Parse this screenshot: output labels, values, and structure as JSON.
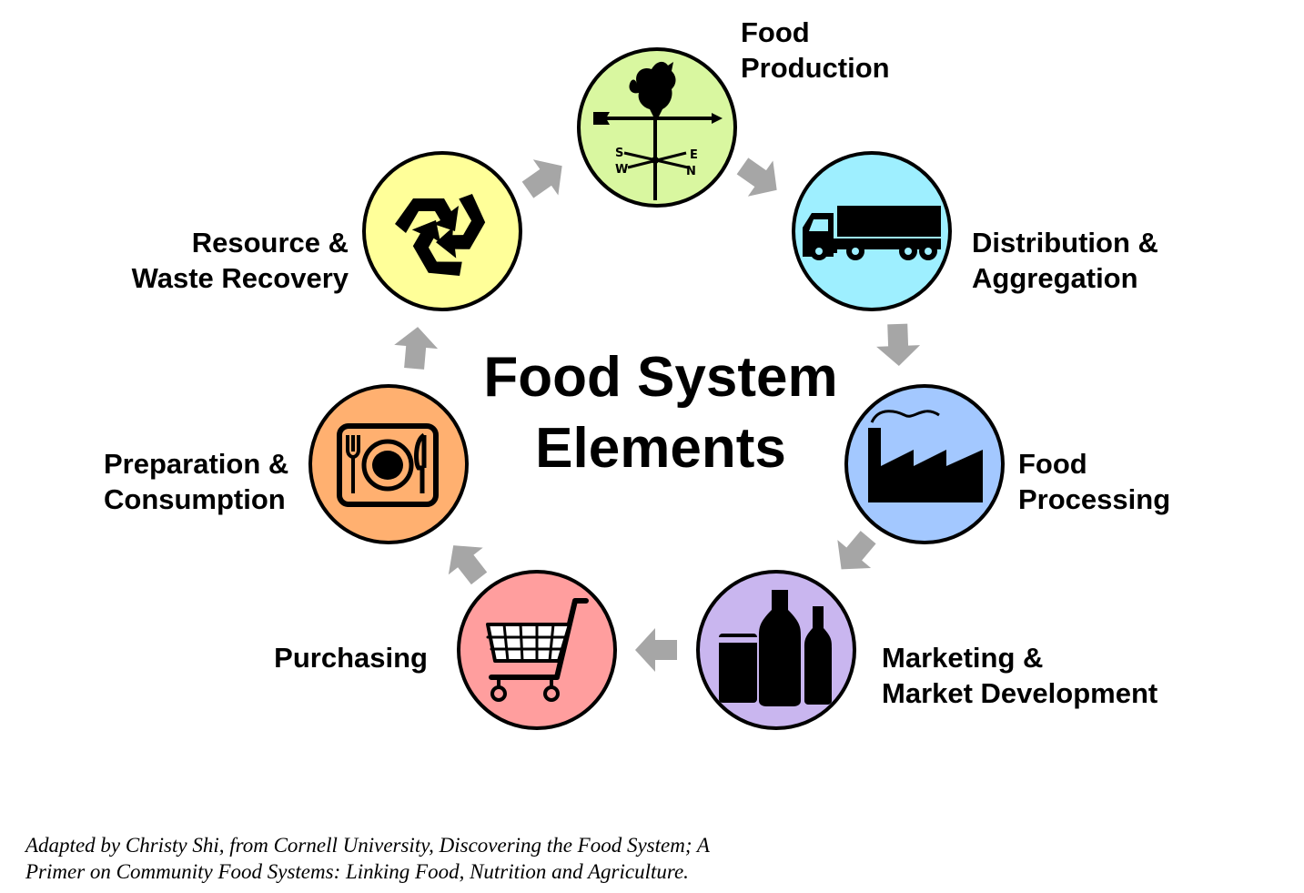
{
  "title": {
    "line1": "Food System",
    "line2": "Elements"
  },
  "elements": [
    {
      "id": "production",
      "line1": "Food",
      "line2": "Production",
      "color": "#d9f7a0",
      "icon": "weathervane-rooster-icon"
    },
    {
      "id": "distribution",
      "line1": "Distribution &",
      "line2": "Aggregation",
      "color": "#9eefff",
      "icon": "truck-icon"
    },
    {
      "id": "processing",
      "line1": "Food",
      "line2": "Processing",
      "color": "#a3c8ff",
      "icon": "factory-icon"
    },
    {
      "id": "marketing",
      "line1": "Marketing &",
      "line2": "Market Development",
      "color": "#c9b6ef",
      "icon": "bottles-jars-icon"
    },
    {
      "id": "purchasing",
      "line1": "Purchasing",
      "line2": "",
      "color": "#ff9e9e",
      "icon": "shopping-cart-icon"
    },
    {
      "id": "preparation",
      "line1": "Preparation &",
      "line2": "Consumption",
      "color": "#ffb070",
      "icon": "place-setting-icon"
    },
    {
      "id": "recovery",
      "line1": "Resource &",
      "line2": "Waste Recovery",
      "color": "#ffff99",
      "icon": "recycle-icon"
    }
  ],
  "arrow_color": "#a6a6a6",
  "caption": {
    "line1": "Adapted by Christy Shi, from Cornell University, Discovering the Food System; A",
    "line2": "Primer on Community Food Systems: Linking Food, Nutrition and Agriculture."
  }
}
